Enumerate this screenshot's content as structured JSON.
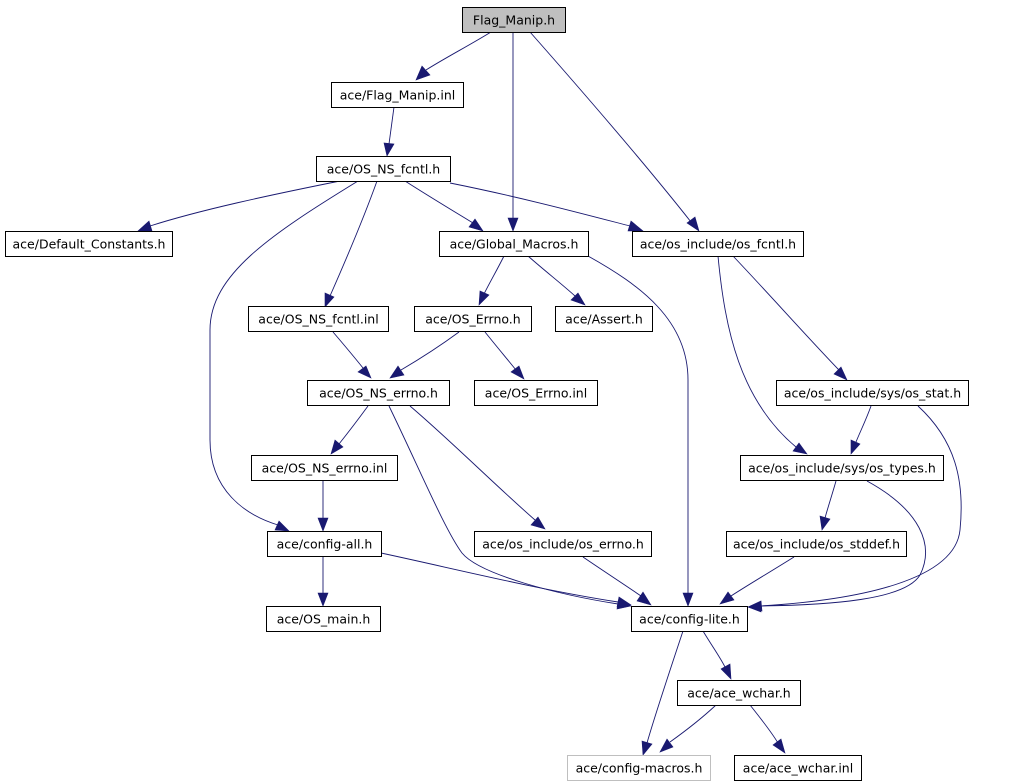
{
  "colors": {
    "edge": "#191970",
    "root_fill": "#bfbfbf",
    "node_fill": "#ffffff",
    "node_border": "#000000",
    "external_border": "#bfbfbf"
  },
  "nodes": {
    "flag_manip_h": "Flag_Manip.h",
    "flag_manip_inl": "ace/Flag_Manip.inl",
    "os_ns_fcntl_h": "ace/OS_NS_fcntl.h",
    "default_constants_h": "ace/Default_Constants.h",
    "global_macros_h": "ace/Global_Macros.h",
    "os_fcntl_h": "ace/os_include/os_fcntl.h",
    "os_ns_fcntl_inl": "ace/OS_NS_fcntl.inl",
    "os_errno_h_cap": "ace/OS_Errno.h",
    "assert_h": "ace/Assert.h",
    "os_ns_errno_h": "ace/OS_NS_errno.h",
    "os_errno_inl_cap": "ace/OS_Errno.inl",
    "os_stat_h": "ace/os_include/sys/os_stat.h",
    "os_ns_errno_inl": "ace/OS_NS_errno.inl",
    "os_types_h": "ace/os_include/sys/os_types.h",
    "config_all_h": "ace/config-all.h",
    "os_errno_h": "ace/os_include/os_errno.h",
    "os_stddef_h": "ace/os_include/os_stddef.h",
    "os_main_h": "ace/OS_main.h",
    "config_lite_h": "ace/config-lite.h",
    "ace_wchar_h": "ace/ace_wchar.h",
    "config_macros_h": "ace/config-macros.h",
    "ace_wchar_inl": "ace/ace_wchar.inl"
  }
}
